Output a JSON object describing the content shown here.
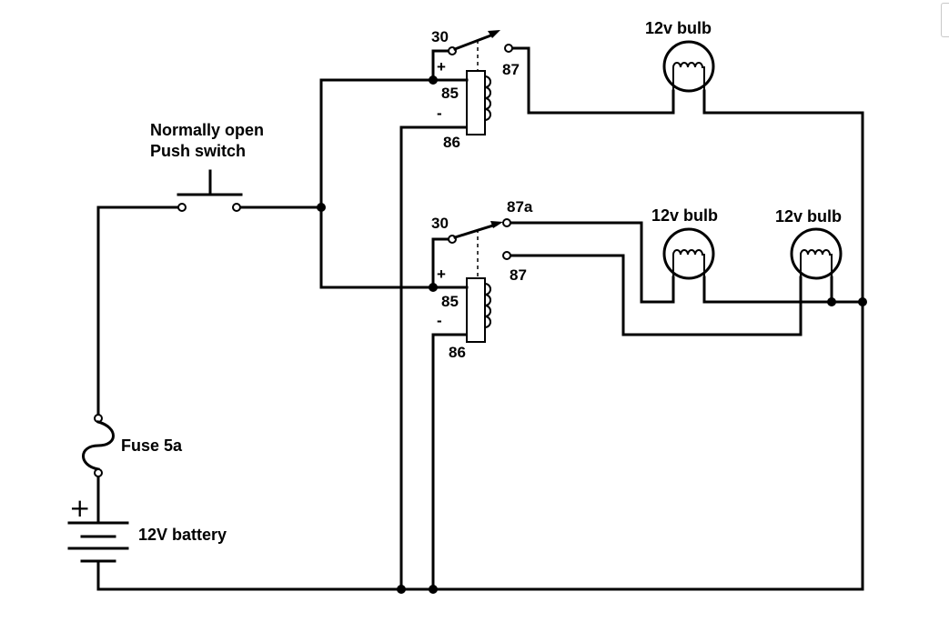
{
  "switch": {
    "line1": "Normally open",
    "line2": "Push switch"
  },
  "fuse": {
    "label": "Fuse 5a"
  },
  "battery": {
    "label": "12V battery",
    "plus": "+"
  },
  "relay_top": {
    "com": "30",
    "no": "87",
    "coil_a": "85",
    "coil_b": "86",
    "plus": "+",
    "minus": "-"
  },
  "relay_bottom": {
    "com": "30",
    "nc": "87a",
    "no": "87",
    "coil_a": "85",
    "coil_b": "86",
    "plus": "+",
    "minus": "-"
  },
  "bulbs": [
    {
      "label": "12v bulb"
    },
    {
      "label": "12v bulb"
    },
    {
      "label": "12v bulb"
    }
  ]
}
